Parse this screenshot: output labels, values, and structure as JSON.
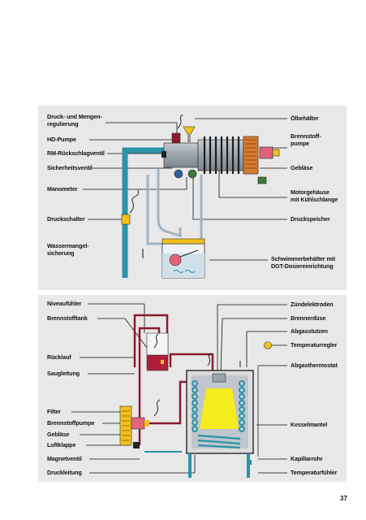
{
  "page_number": "37",
  "top_diagram": {
    "labels_left": {
      "druck_mengen": "Druck- und Mengen-\nregulierung",
      "hd_pumpe": "HD-Pumpe",
      "rm_ventil": "RM-Rückschlagventil",
      "sicherheitsventil": "Sicherheitsventil",
      "manometer": "Manometer",
      "druckschalter": "Druckschalter",
      "wassermangel": "Wassermangel-\nsicherung"
    },
    "labels_right": {
      "oelbehaelter": "Ölbehälter",
      "brennstoffpumpe": "Brennstoff-\npumpe",
      "geblaese": "Gebläse",
      "motorgehaeuse": "Motorgehäuse\nmit Kühlschlange",
      "druckspeicher": "Druckspeicher",
      "schwimmer": "Schwimmerbehälter mit\nDGT-Dosiereinrichtung"
    }
  },
  "bottom_diagram": {
    "labels_left": {
      "niveaufuehler": "Niveaufühler",
      "brennstofftank": "Brennstofftank",
      "ruecklauf": "Rücklauf",
      "saugleitung": "Saugleitung",
      "filter": "Filter",
      "brennstoffpumpe": "Brennstoffpumpe",
      "geblaese": "Gebläse",
      "luftklappe": "Luftklappe",
      "magnetventil": "Magnetventil",
      "druckleitung": "Druckleitung"
    },
    "labels_right": {
      "zuendelektroden": "Zündelektroden",
      "brennerduese": "Brennerdüse",
      "abgasstutzen": "Abgasstutzen",
      "temperaturregler": "Temperaturregler",
      "abgasthermostat": "Abgasthermostat",
      "kesselmantel": "Kesselmantel",
      "kapillarrohr": "Kapillarrohr",
      "temperaturfuehler": "Temperaturfühler"
    }
  },
  "colors": {
    "panel": "#e8e8e8",
    "water_pipe": "#2b93a8",
    "fuel_pipe": "#8b1a2e",
    "steel": "#9aa4ab",
    "flame": "#f4ec1c",
    "pump": "#e0637a",
    "motor": "#d77b2d",
    "accent_yellow": "#f2c11a"
  }
}
